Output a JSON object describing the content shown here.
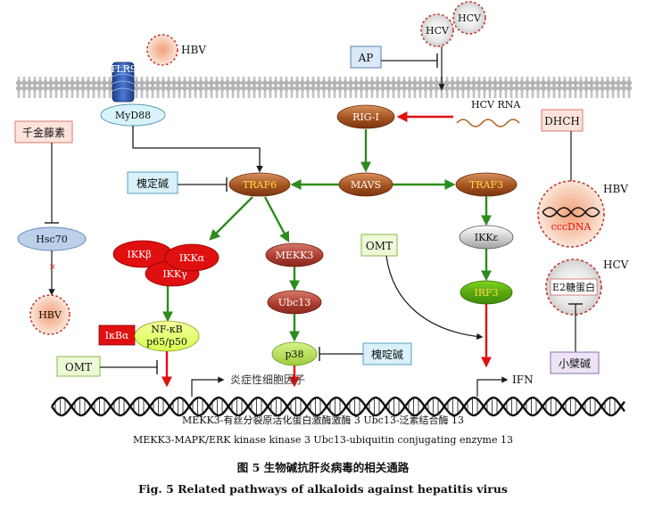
{
  "nodes": {
    "hbv_top": "HBV",
    "hcv1": "HCV",
    "hcv2": "HCV",
    "ap": "AP",
    "tlr9": "TLR9",
    "myd88": "MyD88",
    "rigi": "RIG-I",
    "hcv_rna": "HCV RNA",
    "dhch": "DHCH",
    "qianjin": "千金藤素",
    "hsc70": "Hsc70",
    "hbv_left": "HBV",
    "guiding": "槐定碱",
    "traf6": "TRAF6",
    "mavs": "MAVS",
    "traf3": "TRAF3",
    "hbv_right_label": "HBV",
    "cccdna": "cccDNA",
    "ikkb": "IKKβ",
    "ikka": "IKKα",
    "ikkg": "IKKγ",
    "mekk3": "MEKK3",
    "omt_mid": "OMT",
    "ikke": "IKKε",
    "hcv_right_label": "HCV",
    "e2": "E2糖蛋白",
    "ubc13": "Ubc13",
    "irf3": "IRF3",
    "ikba": "IκBα",
    "nfkb_1": "NF-κB",
    "nfkb_2": "p65/p50",
    "xiaobojian": "小檗碱",
    "omt_left": "OMT",
    "p38": "p38",
    "huaidingjian": "槐啶碱",
    "cytokine": "炎症性细胞因子",
    "ifn": "IFN"
  },
  "captions": {
    "abbr_cn": "MEKK3-有丝分裂原活化蛋白激酶激酶 3    Ubc13-泛素结合酶 13",
    "abbr_en": "MEKK3-MAPK/ERK kinase kinase 3    Ubc13-ubiquitin conjugating enzyme 13",
    "fig_cn": "图 5    生物碱抗肝炎病毒的相关通路",
    "fig_en": "Fig. 5    Related pathways of alkaloids against hepatitis virus"
  },
  "colors": {
    "activation": "#2e8b1e",
    "induction": "#e01010",
    "inhibition": "#1a1a1a",
    "virus_dash": "#c0392b"
  }
}
